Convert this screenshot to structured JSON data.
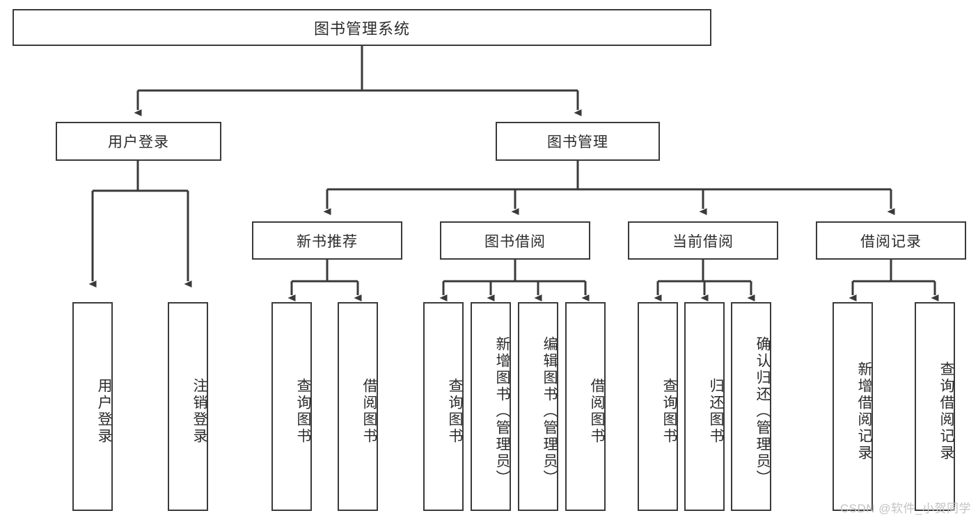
{
  "diagram": {
    "title": "图书管理系统",
    "watermark": "CSDN @软件_小贺同学",
    "colors": {
      "stroke": "#3a3a3a",
      "text": "#2b2b2b",
      "background": "#ffffff",
      "watermark": "#c3c3c3"
    },
    "root": {
      "label": "图书管理系统"
    },
    "level2": [
      {
        "label": "用户登录"
      },
      {
        "label": "图书管理"
      }
    ],
    "level3": [
      {
        "label": "新书推荐"
      },
      {
        "label": "图书借阅"
      },
      {
        "label": "当前借阅"
      },
      {
        "label": "借阅记录"
      }
    ],
    "leaves": {
      "user_login": [
        {
          "label": "用户登录"
        },
        {
          "label": "注销登录"
        }
      ],
      "new_book": [
        {
          "label": "查询图书"
        },
        {
          "label": "借阅图书"
        }
      ],
      "borrow_book": [
        {
          "label": "查询图书"
        },
        {
          "label": "新增图书（管理员）"
        },
        {
          "label": "编辑图书（管理员）"
        },
        {
          "label": "借阅图书"
        }
      ],
      "current_borrow": [
        {
          "label": "查询图书"
        },
        {
          "label": "归还图书"
        },
        {
          "label": "确认归还（管理员）"
        }
      ],
      "borrow_record": [
        {
          "label": "新增借阅记录"
        },
        {
          "label": "查询借阅记录"
        }
      ]
    }
  }
}
